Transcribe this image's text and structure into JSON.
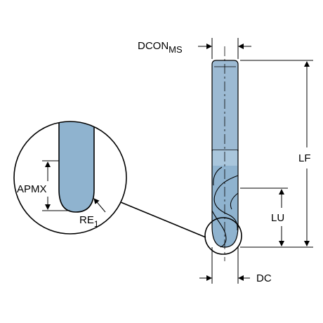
{
  "diagram": {
    "colors": {
      "tool_fill": "#8FB3CF",
      "tool_fill_light": "#A9C6DC",
      "tool_shank": "#9CBAD3",
      "outline": "#000000",
      "background": "#FFFFFF"
    },
    "labels": {
      "dconms_main": "DCON",
      "dconms_sub": "MS",
      "lf": "LF",
      "lu": "LU",
      "dc": "DC",
      "apmx": "APMX",
      "re_main": "RE",
      "re_sub": "1"
    }
  }
}
